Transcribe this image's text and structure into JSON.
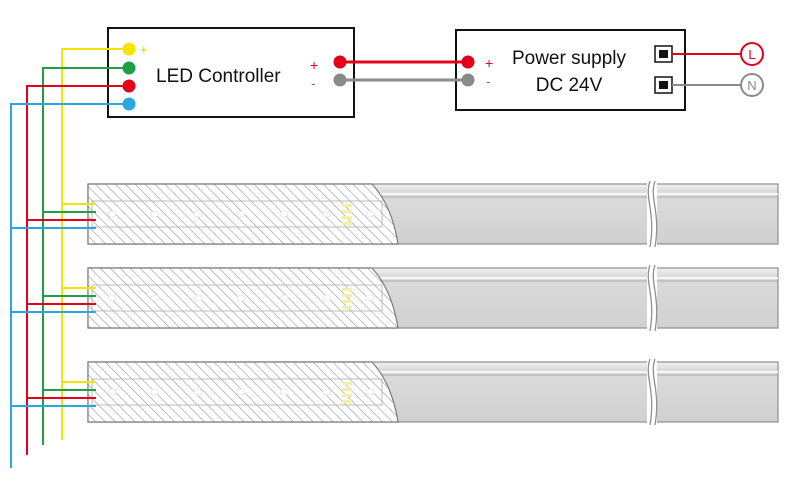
{
  "controller": {
    "label": "LED Controller",
    "plus_sign": "+",
    "minus_sign": "-",
    "channel_plus_sign": "+"
  },
  "power_supply": {
    "line1": "Power supply",
    "line2": "DC 24V",
    "plus_sign": "+",
    "minus_sign": "-"
  },
  "mains": {
    "live": "L",
    "neutral": "N"
  },
  "colors": {
    "yellow": "#f2e600",
    "green": "#1fa045",
    "red": "#e3001b",
    "blue": "#2aa7e0",
    "gray": "#8a8a8a",
    "hatch": "#9a9a9a",
    "profile_fill": "#d9d9d9",
    "profile_edge": "#8f8f8f"
  },
  "strips": [
    {
      "name": "strip-1"
    },
    {
      "name": "strip-2"
    },
    {
      "name": "strip-3"
    }
  ]
}
